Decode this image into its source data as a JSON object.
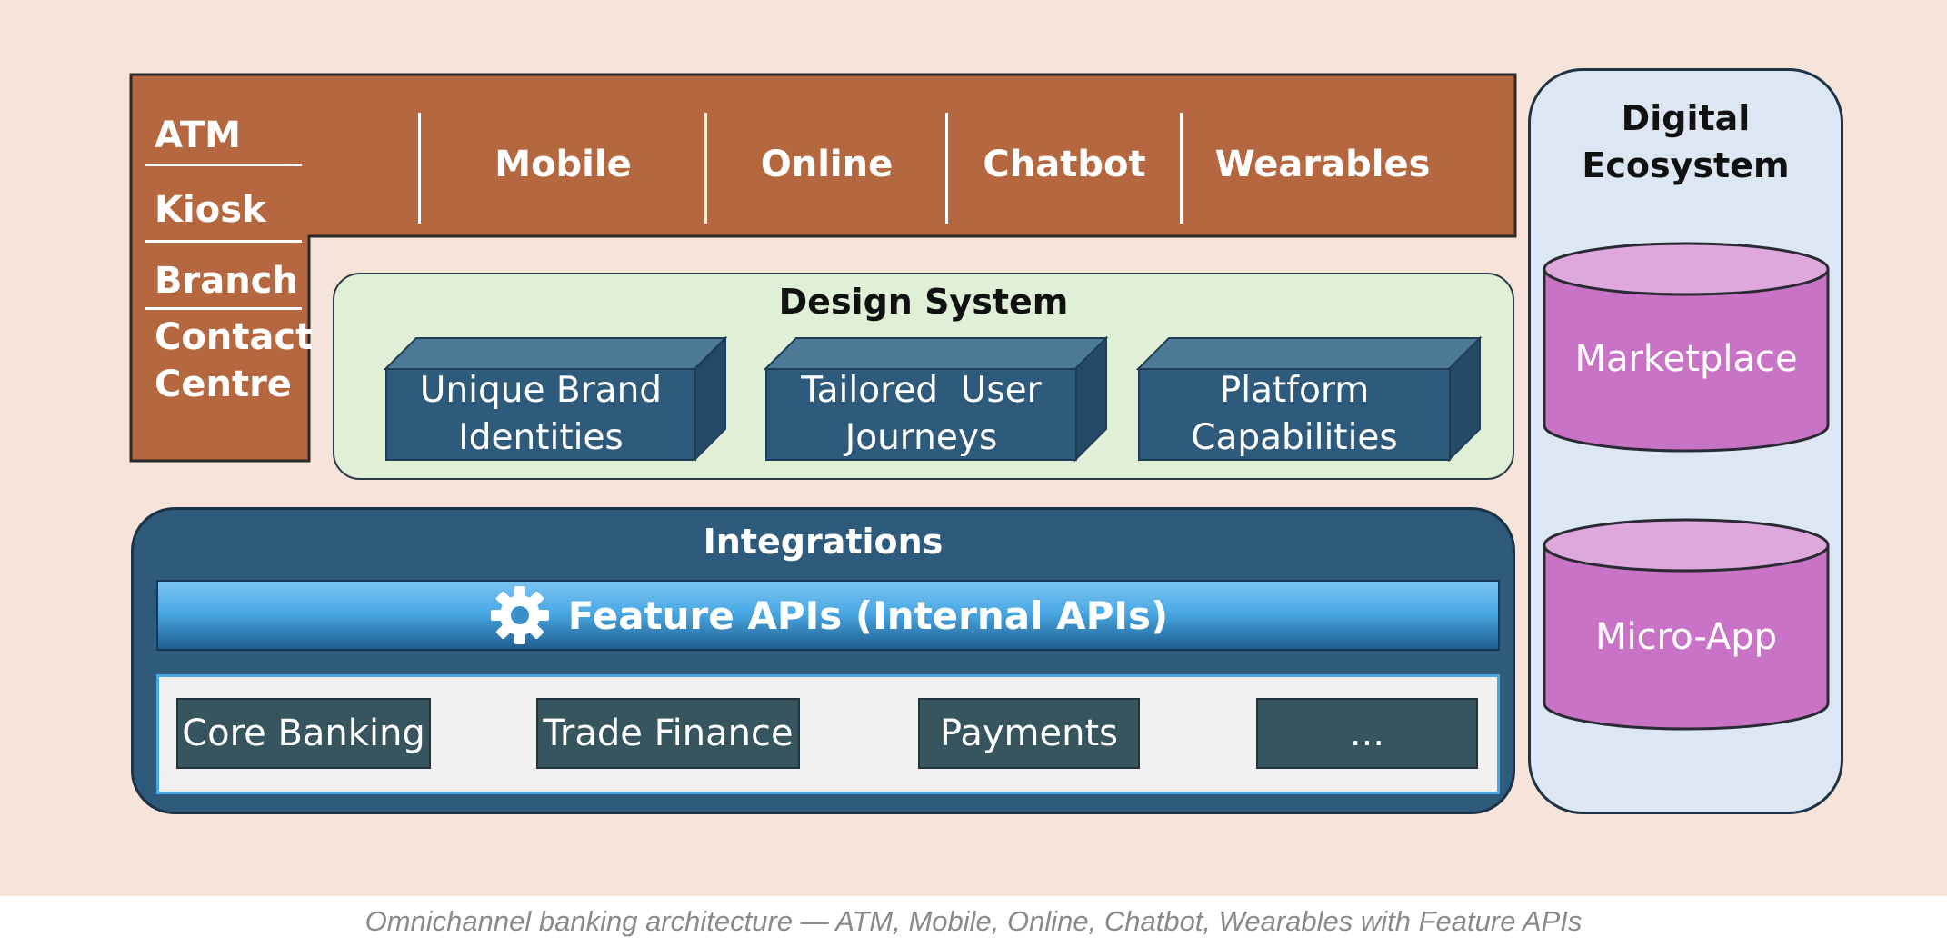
{
  "channels": {
    "left_stack": [
      "ATM",
      "Kiosk",
      "Branch",
      "Contact",
      "Centre"
    ],
    "top_row": [
      "Mobile",
      "Online",
      "Chatbot",
      "Wearables"
    ]
  },
  "design_system": {
    "title": "Design System",
    "boxes": [
      {
        "line1": "Unique Brand",
        "line2": "Identities"
      },
      {
        "line1": "Tailored  User",
        "line2": "Journeys"
      },
      {
        "line1": "Platform",
        "line2": "Capabilities"
      }
    ]
  },
  "integrations": {
    "title": "Integrations",
    "feature_bar": "Feature APIs (Internal APIs)",
    "services": [
      "Core Banking",
      "Trade Finance",
      "Payments",
      "..."
    ]
  },
  "ecosystem": {
    "title_line1": "Digital",
    "title_line2": "Ecosystem",
    "cylinders": [
      "Marketplace",
      "Micro-App"
    ]
  },
  "caption": "Omnichannel banking architecture — ATM, Mobile, Online, Chatbot, Wearables with Feature APIs",
  "colors": {
    "background": "#f6e3d9",
    "channel_orange": "#b5683f",
    "design_green": "#dff0d7",
    "integration_navy": "#2e5a7c",
    "feature_blue": "#4aa9e5",
    "ecosystem_panel": "#dde7f4",
    "cylinder_magenta": "#c873c6"
  },
  "icons": [
    "gear-icon"
  ]
}
